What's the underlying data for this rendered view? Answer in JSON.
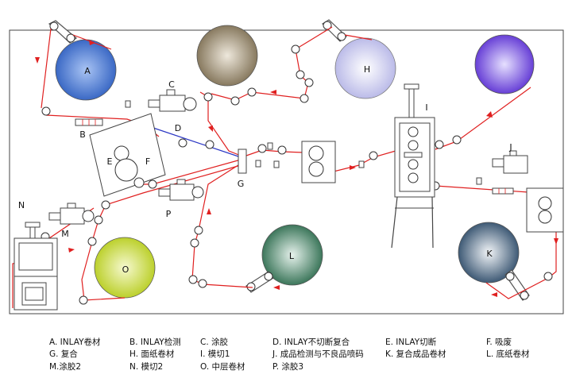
{
  "diagram": {
    "labels": {
      "A": "A",
      "B": "B",
      "C": "C",
      "D": "D",
      "E": "E",
      "F": "F",
      "G": "G",
      "H": "H",
      "I": "I",
      "J": "J",
      "K": "K",
      "L": "L",
      "M": "M",
      "N": "N",
      "O": "O",
      "P": "P"
    }
  },
  "legend": {
    "rows": [
      [
        "A. INLAY卷材",
        "B. INLAY检测",
        "C. 涂胶",
        "D. INLAY不切断复合",
        "E. INLAY切断",
        "F. 吸废"
      ],
      [
        "G. 复合",
        "H. 面纸卷材",
        "I. 模切1",
        "J. 成品检测与不良品喷码",
        "K. 复合成品卷材",
        "L. 底纸卷材"
      ],
      [
        "M.涂胶2",
        "N. 模切2",
        "O. 中层卷材",
        "P. 涂胶3"
      ]
    ]
  },
  "colors": {
    "web": "#e02020",
    "inlay_path": "#2a36c4",
    "roll_A_edge": "#2f5fc0",
    "roll_A_core": "#a9c4f4",
    "roll_brown_edge": "#7d6e52",
    "roll_brown_core": "#eee8dc",
    "roll_H_edge": "#b4b4e6",
    "roll_H_core": "#ffffff",
    "roll_purple_edge": "#5a2fd2",
    "roll_purple_core": "#e6e0ff",
    "roll_O_edge": "#b6cc1c",
    "roll_O_core": "#f6f9cf",
    "roll_L_edge": "#2b6a4c",
    "roll_L_core": "#e6f2ec",
    "roll_K_edge": "#2c4a68",
    "roll_K_core": "#f2f5f8"
  }
}
